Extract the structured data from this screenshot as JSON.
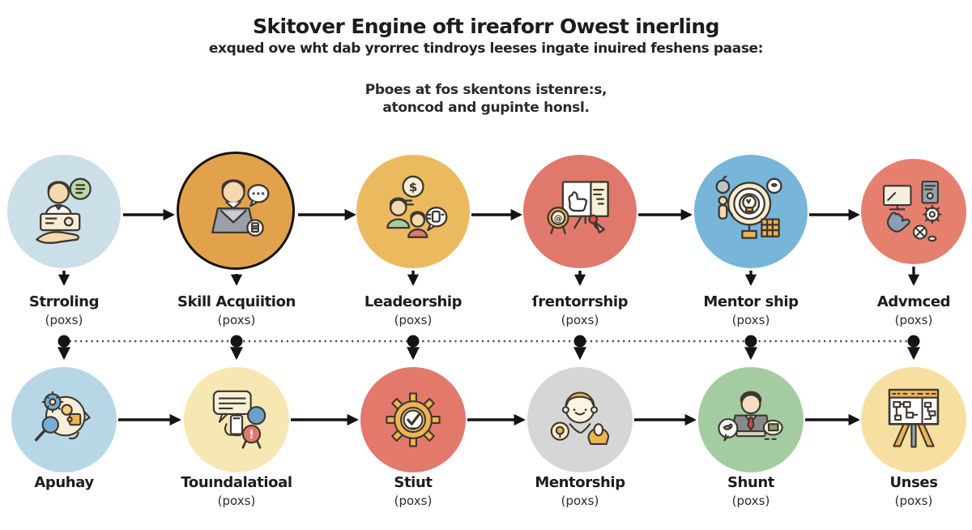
{
  "header": {
    "title": "Skitover Engine oft ireaforr Owest inerling",
    "subtitle": "exqued ove wht dab yrorrec tindroys leeses ingate inuired feshens paase:",
    "intro_line1": "Pboes at fos skentons istenre:s,",
    "intro_line2": "atoncod and gupinte honsl."
  },
  "rows": {
    "top": {
      "items": [
        {
          "label": "Strroling",
          "sublabel": "(poxs)",
          "color": "#cbdfe8",
          "icon": "support-handoff-icon"
        },
        {
          "label": "Skill Acquiition",
          "sublabel": "(poxs)",
          "color": "#e2a24c",
          "icon": "person-laptop-icon"
        },
        {
          "label": "Leadeorship",
          "sublabel": "(poxs)",
          "color": "#ecba5e",
          "icon": "team-dollar-icon"
        },
        {
          "label": "ſrentorrship",
          "sublabel": "(poxs)",
          "color": "#e0796b",
          "icon": "presentation-award-icon"
        },
        {
          "label": "Mentor ship",
          "sublabel": "(poxs)",
          "color": "#77b5d9",
          "icon": "idea-target-icon"
        },
        {
          "label": "Advmced",
          "sublabel": "(poxs)",
          "color": "#e5806f",
          "icon": "workstation-tools-icon"
        }
      ]
    },
    "bottom": {
      "items": [
        {
          "label": "Apuhay",
          "sublabel": "",
          "color": "#b8d7e6",
          "icon": "mind-gears-icon"
        },
        {
          "label": "Touındalatioal",
          "sublabel": "(poxs)",
          "color": "#f7e7b2",
          "icon": "chat-feedback-icon"
        },
        {
          "label": "Stiut",
          "sublabel": "(poxs)",
          "color": "#e2796b",
          "icon": "gear-check-icon"
        },
        {
          "label": "Mentorship",
          "sublabel": "(poxs)",
          "color": "#d6d6d6",
          "icon": "child-figures-icon"
        },
        {
          "label": "Shunt",
          "sublabel": "(poxs)",
          "color": "#a5cba0",
          "icon": "businessman-desk-icon"
        },
        {
          "label": "Unses",
          "sublabel": "(poxs)",
          "color": "#f7dfa2",
          "icon": "flowchart-easel-icon"
        }
      ]
    }
  },
  "style_colors": {
    "arrow": "#141414",
    "outline": "#3d3731",
    "title_text": "#1c1c1e"
  }
}
